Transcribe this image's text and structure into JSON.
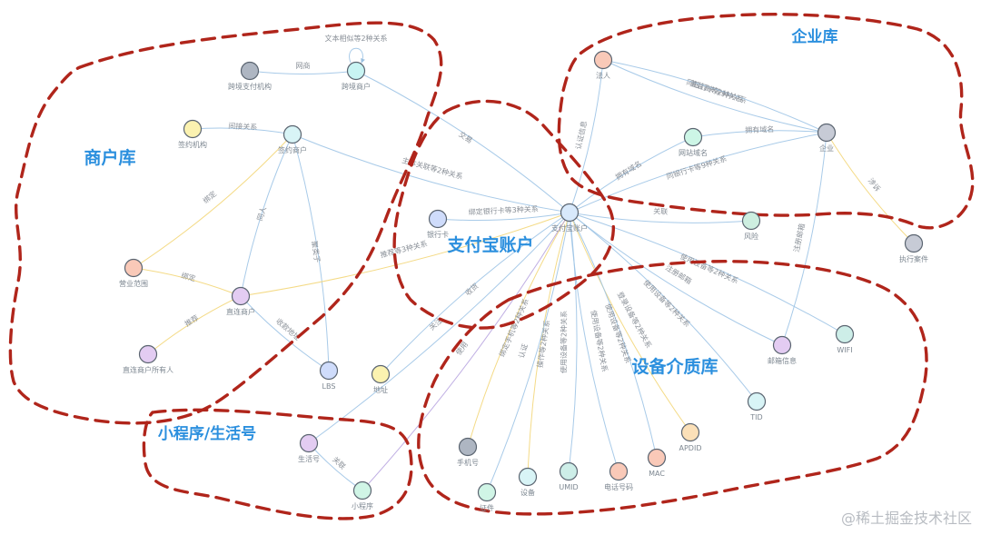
{
  "colors": {
    "region_border": "#b0251b",
    "region_label": "#2b8fde",
    "edge": "#9fc5e6",
    "edge_alt": "#f3d77a"
  },
  "regions": [
    {
      "id": "merchant",
      "label": "商户库"
    },
    {
      "id": "enterprise",
      "label": "企业库"
    },
    {
      "id": "alipay",
      "label": "支付宝账户"
    },
    {
      "id": "device",
      "label": "设备介质库"
    },
    {
      "id": "miniapp",
      "label": "小程序/生活号"
    }
  ],
  "nodes": [
    {
      "id": "alipay_main",
      "label": "支付宝账户",
      "color": "#d8e9fb"
    },
    {
      "id": "cross_org",
      "label": "跨境支付机构",
      "color": "#aeb6c2"
    },
    {
      "id": "cross_merchant",
      "label": "跨境商户",
      "color": "#c8f4f3"
    },
    {
      "id": "sign_org",
      "label": "签约机构",
      "color": "#fbf2b0"
    },
    {
      "id": "merchant_center",
      "label": "签约商户",
      "color": "#d8f4f6"
    },
    {
      "id": "busi_scope",
      "label": "营业范围",
      "color": "#f9c9b8"
    },
    {
      "id": "direct_merchant",
      "label": "直连商户",
      "color": "#e3ccf2"
    },
    {
      "id": "direct_owner",
      "label": "直连商户所有人",
      "color": "#e3ccf2"
    },
    {
      "id": "lbs",
      "label": "LBS",
      "color": "#cfdcfb"
    },
    {
      "id": "address",
      "label": "地址",
      "color": "#fbf2b0"
    },
    {
      "id": "bank_card",
      "label": "银行卡",
      "color": "#cfdcfb"
    },
    {
      "id": "legal_person",
      "label": "法人",
      "color": "#f9c9b8"
    },
    {
      "id": "website",
      "label": "网站域名",
      "color": "#cdf6e6"
    },
    {
      "id": "enterprise_center",
      "label": "企业",
      "color": "#c7cbd6"
    },
    {
      "id": "exec_case",
      "label": "执行案件",
      "color": "#c7cbd6"
    },
    {
      "id": "risk",
      "label": "风险",
      "color": "#cdeee0"
    },
    {
      "id": "email",
      "label": "邮箱信息",
      "color": "#e3ccf2"
    },
    {
      "id": "wifi",
      "label": "WIFI",
      "color": "#cdeee8"
    },
    {
      "id": "tid",
      "label": "TID",
      "color": "#d8f4f6"
    },
    {
      "id": "apdid",
      "label": "APDID",
      "color": "#fbe0b8"
    },
    {
      "id": "mac",
      "label": "MAC",
      "color": "#f9c9b8"
    },
    {
      "id": "phone_no",
      "label": "电话号码",
      "color": "#f9c9b8"
    },
    {
      "id": "umid",
      "label": "UMID",
      "color": "#cdeee8"
    },
    {
      "id": "device",
      "label": "设备",
      "color": "#d8f4f6"
    },
    {
      "id": "id_card",
      "label": "证件",
      "color": "#d0f5e6"
    },
    {
      "id": "mobile",
      "label": "手机号",
      "color": "#aeb6c2"
    },
    {
      "id": "life_account",
      "label": "生活号",
      "color": "#e3ccf2"
    },
    {
      "id": "mini_program",
      "label": "小程序",
      "color": "#d0f5e6"
    }
  ],
  "edges": [
    {
      "from": "alipay_main",
      "to": "cross_merchant",
      "label": "交易",
      "color": "#9fc5e6"
    },
    {
      "from": "cross_merchant",
      "to": "cross_org",
      "label": "网商",
      "color": "#9fc5e6"
    },
    {
      "from": "cross_merchant",
      "to": "cross_merchant",
      "label": "文本相似等2种关系",
      "color": "#9fc5e6"
    },
    {
      "from": "alipay_main",
      "to": "merchant_center",
      "label": "主体关联等2种关系",
      "color": "#9fc5e6"
    },
    {
      "from": "merchant_center",
      "to": "sign_org",
      "label": "间接关系",
      "color": "#9fc5e6"
    },
    {
      "from": "merchant_center",
      "to": "busi_scope",
      "label": "绑定",
      "color": "#f3d77a"
    },
    {
      "from": "merchant_center",
      "to": "direct_merchant",
      "label": "同人",
      "color": "#9fc5e6"
    },
    {
      "from": "merchant_center",
      "to": "lbs",
      "label": "聚类子",
      "color": "#9fc5e6"
    },
    {
      "from": "direct_merchant",
      "to": "busi_scope",
      "label": "绑定",
      "color": "#f3d77a"
    },
    {
      "from": "direct_owner",
      "to": "direct_merchant",
      "label": "推荐",
      "color": "#f3d77a"
    },
    {
      "from": "direct_merchant",
      "to": "lbs",
      "label": "收款地址",
      "color": "#9fc5e6"
    },
    {
      "from": "alipay_main",
      "to": "direct_merchant",
      "label": "推荐等3种关系",
      "color": "#f3d77a"
    },
    {
      "from": "alipay_main",
      "to": "address",
      "label": "收货",
      "color": "#9fc5e6"
    },
    {
      "from": "alipay_main",
      "to": "bank_card",
      "label": "绑定银行卡等3种关系",
      "color": "#9fc5e6"
    },
    {
      "from": "alipay_main",
      "to": "legal_person",
      "label": "认证信息",
      "color": "#9fc5e6"
    },
    {
      "from": "alipay_main",
      "to": "website",
      "label": "拥有域名",
      "color": "#9fc5e6"
    },
    {
      "from": "enterprise_center",
      "to": "website",
      "label": "拥有域名",
      "color": "#9fc5e6"
    },
    {
      "from": "enterprise_center",
      "to": "legal_person",
      "label": "同银行卡等9种关系",
      "color": "#9fc5e6"
    },
    {
      "from": "enterprise_center",
      "to": "legal_person",
      "label": "董监高等2种关系",
      "color": "#9fc5e6"
    },
    {
      "from": "alipay_main",
      "to": "enterprise_center",
      "label": "同银行卡等9种关系",
      "color": "#9fc5e6"
    },
    {
      "from": "enterprise_center",
      "to": "exec_case",
      "label": "涉诉",
      "color": "#f3d77a"
    },
    {
      "from": "enterprise_center",
      "to": "email",
      "label": "注册邮箱",
      "color": "#9fc5e6"
    },
    {
      "from": "alipay_main",
      "to": "risk",
      "label": "关联",
      "color": "#9fc5e6"
    },
    {
      "from": "alipay_main",
      "to": "wifi",
      "label": "使用设备等2种关系",
      "color": "#9fc5e6"
    },
    {
      "from": "alipay_main",
      "to": "email",
      "label": "注册邮箱",
      "color": "#9fc5e6"
    },
    {
      "from": "alipay_main",
      "to": "tid",
      "label": "使用设备等2种关系",
      "color": "#9fc5e6"
    },
    {
      "from": "alipay_main",
      "to": "apdid",
      "label": "登录设备等2种关系",
      "color": "#f3d77a"
    },
    {
      "from": "alipay_main",
      "to": "mac",
      "label": "使用设备等2种关系",
      "color": "#9fc5e6"
    },
    {
      "from": "alipay_main",
      "to": "phone_no",
      "label": "使用设备等2种关系",
      "color": "#9fc5e6"
    },
    {
      "from": "alipay_main",
      "to": "umid",
      "label": "使用设备等2种关系",
      "color": "#9fc5e6"
    },
    {
      "from": "alipay_main",
      "to": "device",
      "label": "操作等2种关系",
      "color": "#f3d77a"
    },
    {
      "from": "alipay_main",
      "to": "id_card",
      "label": "认证",
      "color": "#9fc5e6"
    },
    {
      "from": "alipay_main",
      "to": "mobile",
      "label": "绑定手机等2种关系",
      "color": "#f3d77a"
    },
    {
      "from": "alipay_main",
      "to": "life_account",
      "label": "关注",
      "color": "#9fc5e6"
    },
    {
      "from": "life_account",
      "to": "mini_program",
      "label": "关联",
      "color": "#9fc5e6"
    },
    {
      "from": "alipay_main",
      "to": "mini_program",
      "label": "使用",
      "color": "#b9a6e0"
    }
  ],
  "watermark": "@稀土掘金技术社区"
}
